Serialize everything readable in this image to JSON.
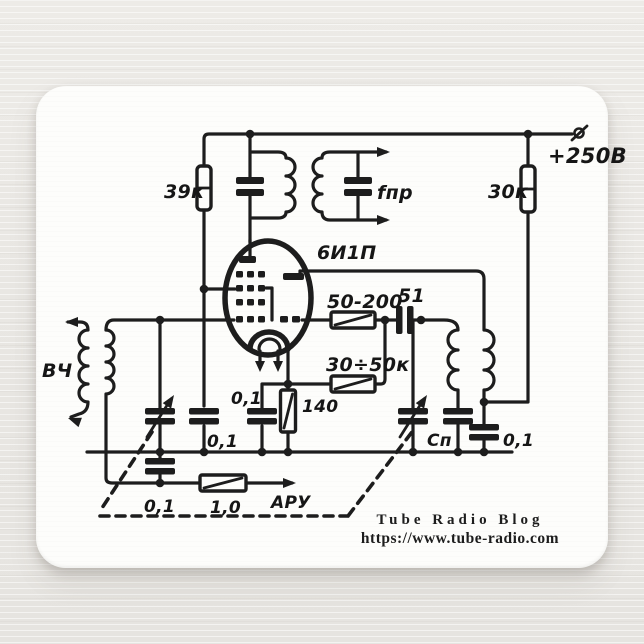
{
  "colors": {
    "ink": "#1d1d1d",
    "pad": "#fdfdfb",
    "background": "#e9e7e3"
  },
  "pad": {
    "brand": {
      "name": "Tube Radio Blog",
      "url": "https://www.tube-radio.com"
    }
  },
  "schematic": {
    "power_terminal": "+250В",
    "tube": "6И1П",
    "components": {
      "plate_resistor_left": "39к",
      "plate_resistor_right": "30к",
      "if_transformer": "fпр",
      "rf_input": "ВЧ",
      "coupling_resistor": "50-200",
      "coupling_capacitor": "51",
      "feedback_resistor": "30÷50к",
      "cathode_resistor": "140",
      "cathode_capacitor": "0,1",
      "grid_capacitor": "0,1",
      "padder_capacitor": "Сп",
      "oscillator_bypass_capacitor": "0,1",
      "agc_capacitor": "0,1",
      "agc_resistor": "1,0",
      "agc_output": "АРУ"
    }
  }
}
